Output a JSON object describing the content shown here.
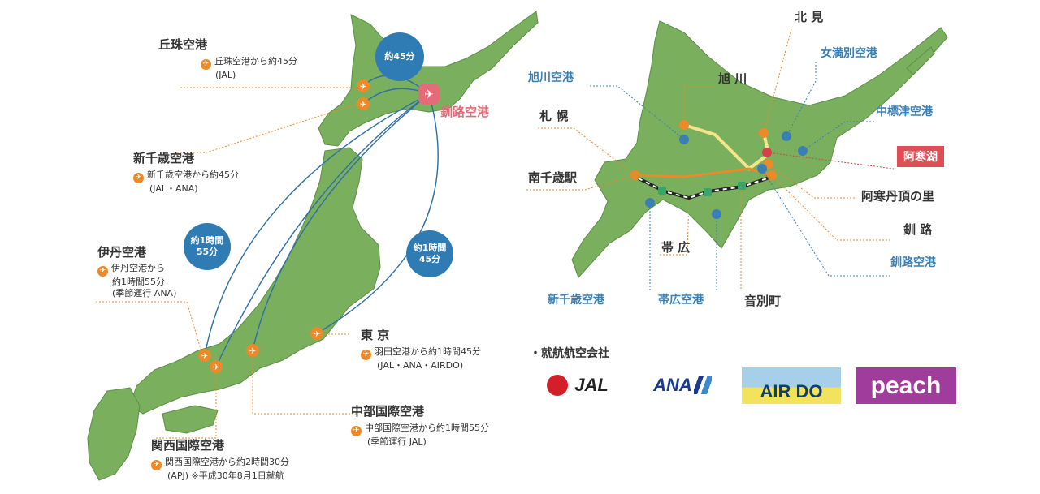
{
  "left_map": {
    "destination": "釧路空港",
    "bubbles": [
      "約45分",
      "約1時間\n55分",
      "約1時間\n45分"
    ],
    "airports": [
      {
        "name": "丘珠空港",
        "lines": [
          "丘珠空港から約45分",
          "(JAL)"
        ]
      },
      {
        "name": "新千歳空港",
        "lines": [
          "新千歳空港から約45分",
          "(JAL・ANA)"
        ]
      },
      {
        "name": "伊丹空港",
        "lines": [
          "伊丹空港から",
          "約1時間55分",
          "(季節運行 ANA)"
        ]
      },
      {
        "name": "東 京",
        "lines": [
          "羽田空港から約1時間45分",
          "(JAL・ANA・AIRDO)"
        ]
      },
      {
        "name": "中部国際空港",
        "lines": [
          "中部国際空港から約1時間55分",
          "(季節運行 JAL)"
        ]
      },
      {
        "name": "関西国際空港",
        "lines": [
          "関西国際空港から約2時間30分",
          "(APJ) ※平成30年8月1日就航"
        ]
      }
    ]
  },
  "right_map": {
    "labels": {
      "kitami": "北 見",
      "asahikawa_airport": "旭川空港",
      "asahikawa": "旭 川",
      "memanbetsu": "女満別空港",
      "sapporo": "札 幌",
      "nakashibetsu": "中標津空港",
      "akanko": "阿寒湖",
      "minami_chitose": "南千歳駅",
      "akan_tancho": "阿寒丹頂の里",
      "kushiro": "釧 路",
      "kushiro_airport": "釧路空港",
      "obihiro": "帯 広",
      "shin_chitose": "新千歳空港",
      "obihiro_airport": "帯広空港",
      "otofuke": "音別町"
    }
  },
  "airlines": {
    "title": "・就航航空会社",
    "logos": [
      "JAL",
      "ANA",
      "AIR DO",
      "peach"
    ]
  },
  "colors": {
    "land": "#7aaf5e",
    "land_stroke": "#5b8f45",
    "route": "#2f6fa8",
    "orange": "#ec8a2a",
    "pink": "#e46c78",
    "blue_label": "#3a7fb4",
    "red_box": "#df4e55",
    "rail_yellow": "#f4e58a"
  }
}
